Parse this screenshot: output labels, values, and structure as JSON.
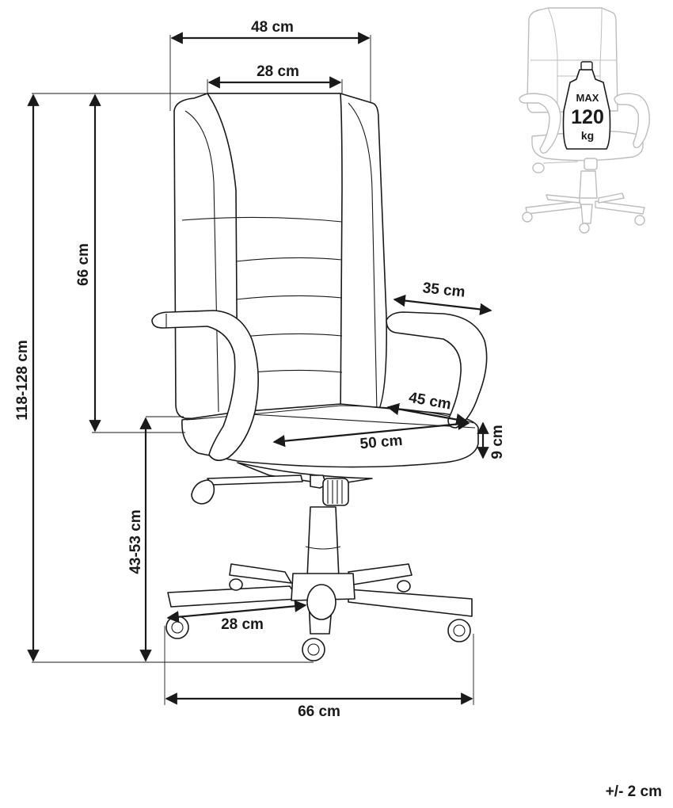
{
  "diagram": {
    "labels": {
      "overall_width": "48 cm",
      "backrest_width": "28 cm",
      "backrest_height": "66 cm",
      "total_height": "118-128 cm",
      "armrest_length": "35 cm",
      "seat_depth": "45 cm",
      "seat_width": "50 cm",
      "seat_thickness": "9 cm",
      "seat_height": "43-53 cm",
      "base_radius": "28 cm",
      "base_width": "66 cm",
      "tolerance": "+/- 2 cm"
    },
    "max_load_badge": {
      "line1": "MAX",
      "line2": "120",
      "line3": "kg"
    }
  }
}
